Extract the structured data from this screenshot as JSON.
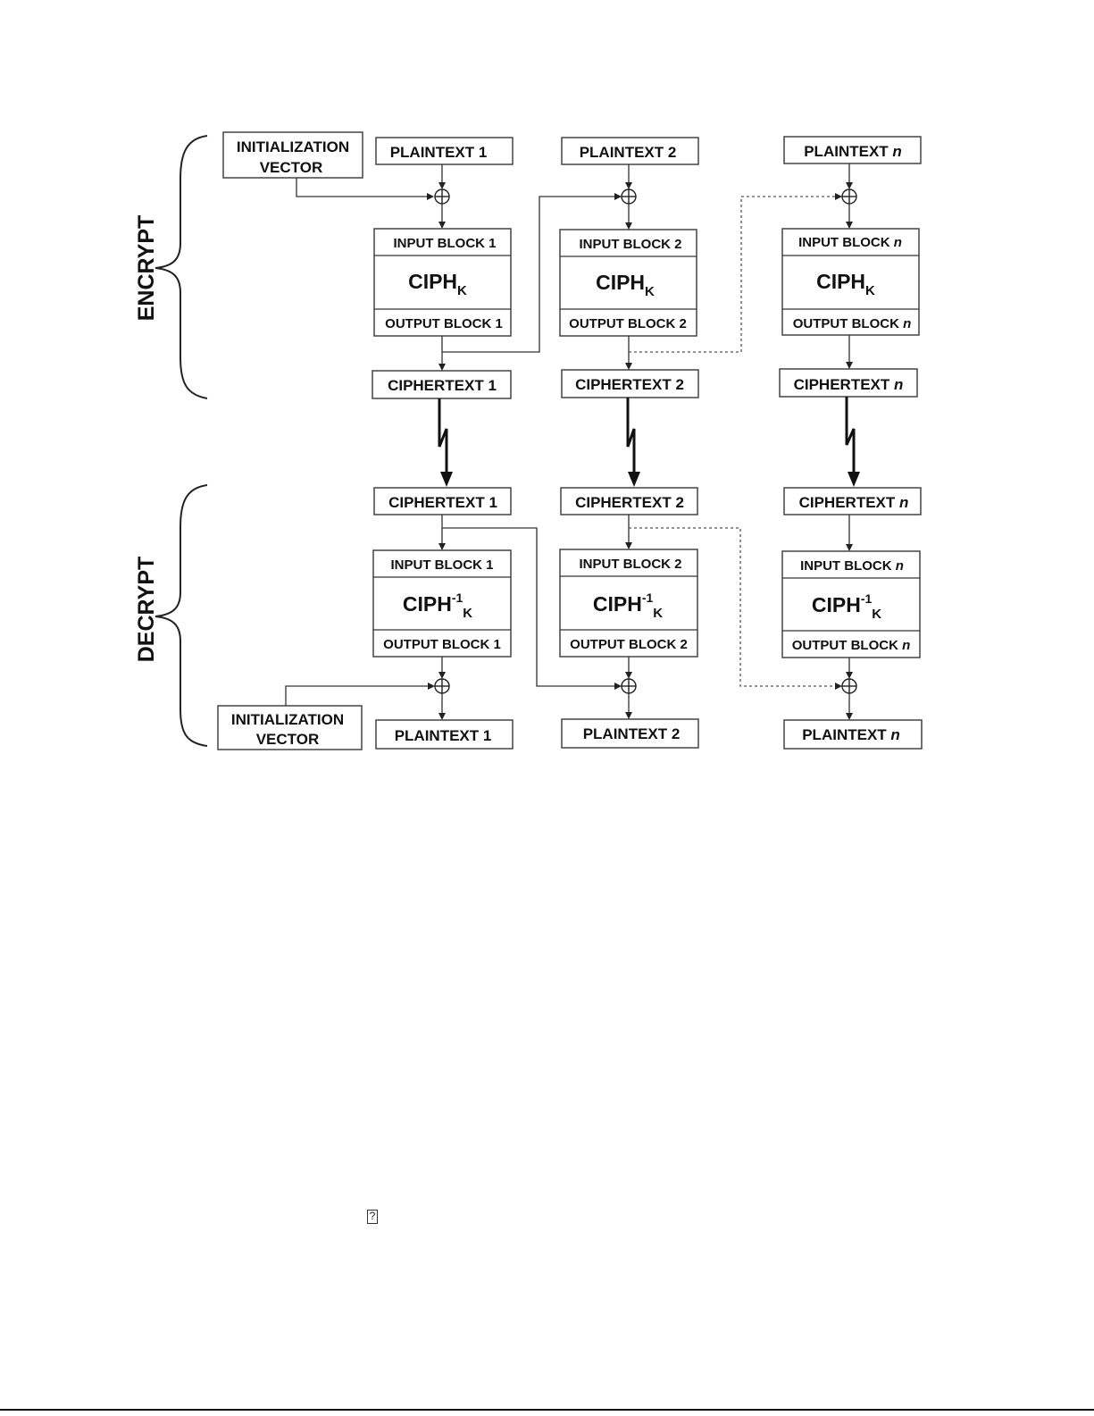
{
  "sections": {
    "encrypt": "ENCRYPT",
    "decrypt": "DECRYPT"
  },
  "encrypt": {
    "iv": [
      "INITIALIZATION",
      "VECTOR"
    ],
    "plaintext": [
      "PLAINTEXT 1",
      "PLAINTEXT 2",
      "PLAINTEXT "
    ],
    "input_block": [
      "INPUT BLOCK 1",
      "INPUT BLOCK 2",
      "INPUT BLOCK "
    ],
    "cipher": {
      "base": "CIPH",
      "sub": "K"
    },
    "output_block": [
      "OUTPUT BLOCK 1",
      "OUTPUT BLOCK 2",
      "OUTPUT BLOCK "
    ],
    "ciphertext": [
      "CIPHERTEXT 1",
      "CIPHERTEXT 2",
      "CIPHERTEXT "
    ]
  },
  "decrypt": {
    "iv": [
      "INITIALIZATION",
      "VECTOR"
    ],
    "ciphertext": [
      "CIPHERTEXT 1",
      "CIPHERTEXT 2",
      "CIPHERTEXT "
    ],
    "input_block": [
      "INPUT BLOCK 1",
      "INPUT BLOCK 2",
      "INPUT BLOCK "
    ],
    "cipher": {
      "base": "CIPH",
      "sup": "-1",
      "sub": "K"
    },
    "output_block": [
      "OUTPUT BLOCK 1",
      "OUTPUT BLOCK 2",
      "OUTPUT BLOCK "
    ],
    "plaintext": [
      "PLAINTEXT 1",
      "PLAINTEXT 2",
      "PLAINTEXT "
    ]
  },
  "index_n": "n",
  "footer": {
    "glyph": "?"
  }
}
